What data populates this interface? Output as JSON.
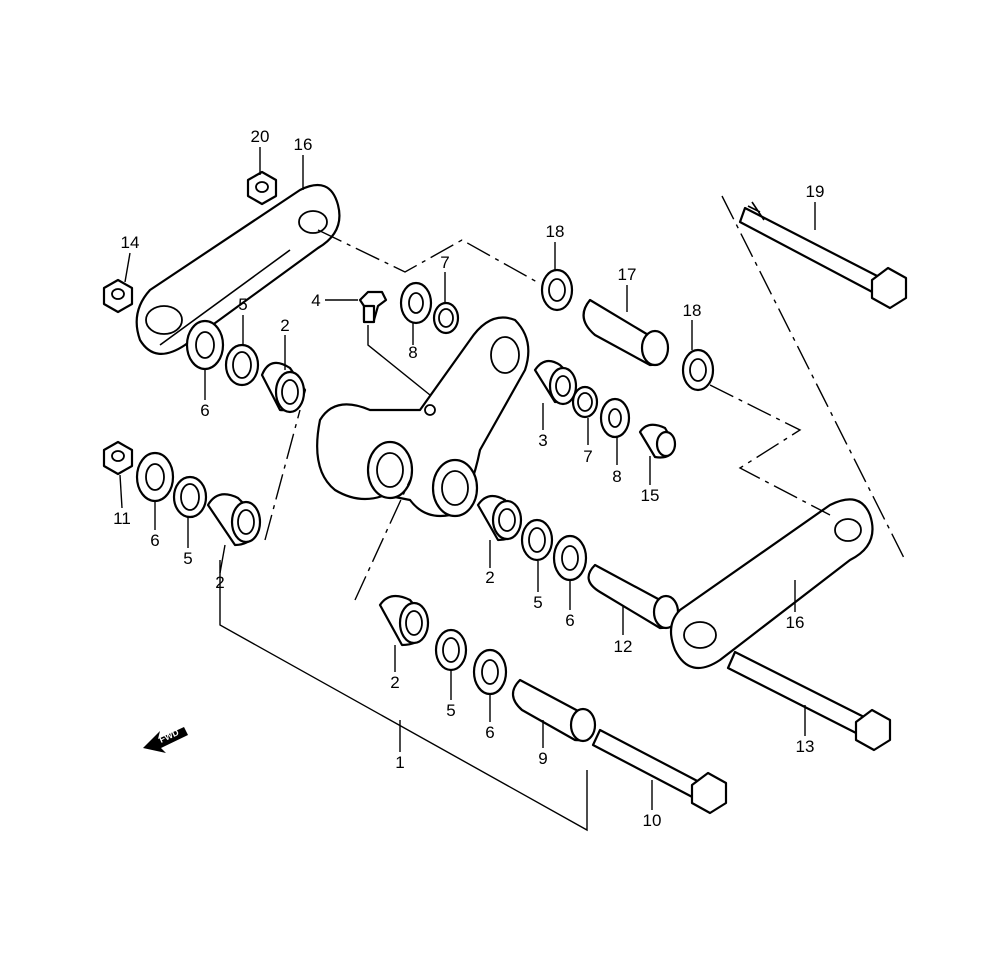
{
  "diagram": {
    "fwd_label": "FWD",
    "callouts": [
      {
        "id": "c20",
        "label": "20"
      },
      {
        "id": "c16a",
        "label": "16"
      },
      {
        "id": "c14",
        "label": "14"
      },
      {
        "id": "c19",
        "label": "19"
      },
      {
        "id": "c18a",
        "label": "18"
      },
      {
        "id": "c7a",
        "label": "7"
      },
      {
        "id": "c17",
        "label": "17"
      },
      {
        "id": "c18b",
        "label": "18"
      },
      {
        "id": "c4",
        "label": "4"
      },
      {
        "id": "c8a",
        "label": "8"
      },
      {
        "id": "c5a",
        "label": "5"
      },
      {
        "id": "c2a",
        "label": "2"
      },
      {
        "id": "c6a",
        "label": "6"
      },
      {
        "id": "c3",
        "label": "3"
      },
      {
        "id": "c7b",
        "label": "7"
      },
      {
        "id": "c8b",
        "label": "8"
      },
      {
        "id": "c15",
        "label": "15"
      },
      {
        "id": "c11",
        "label": "11"
      },
      {
        "id": "c6b",
        "label": "6"
      },
      {
        "id": "c5b",
        "label": "5"
      },
      {
        "id": "c2b",
        "label": "2"
      },
      {
        "id": "c2c",
        "label": "2"
      },
      {
        "id": "c5c",
        "label": "5"
      },
      {
        "id": "c6c",
        "label": "6"
      },
      {
        "id": "c12",
        "label": "12"
      },
      {
        "id": "c16b",
        "label": "16"
      },
      {
        "id": "c2d",
        "label": "2"
      },
      {
        "id": "c5d",
        "label": "5"
      },
      {
        "id": "c6d",
        "label": "6"
      },
      {
        "id": "c9",
        "label": "9"
      },
      {
        "id": "c1",
        "label": "1"
      },
      {
        "id": "c13",
        "label": "13"
      },
      {
        "id": "c10",
        "label": "10"
      }
    ]
  }
}
